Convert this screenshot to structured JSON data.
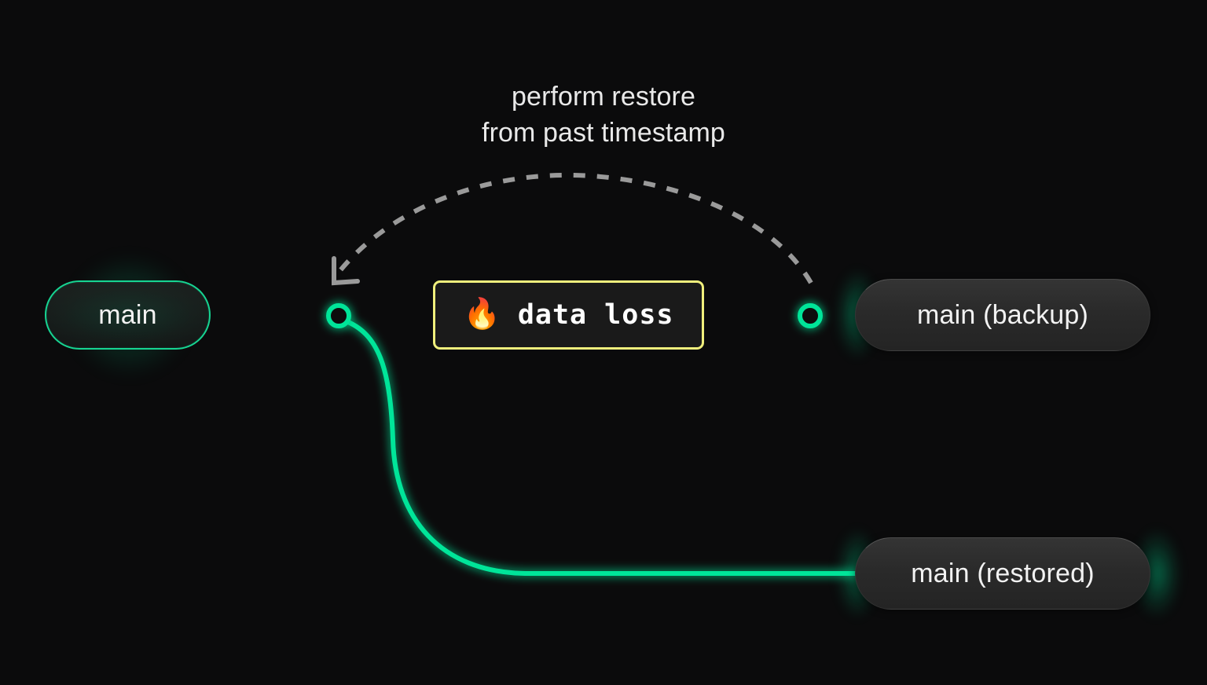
{
  "theme": {
    "background": "#0b0b0c",
    "branch_green": "#00e599",
    "warning_yellow": "#f0ef7c",
    "dashed_grey": "#9a9a9a",
    "node_grey": "#2c2c2c",
    "text_primary": "#f2f2f2"
  },
  "annotation": {
    "text": "perform restore\nfrom past timestamp"
  },
  "nodes": {
    "main": {
      "label": "main"
    },
    "backup": {
      "label": "main (backup)"
    },
    "restored": {
      "label": "main (restored)"
    }
  },
  "event": {
    "emoji": "🔥",
    "emoji_name": "fire-emoji",
    "label": "data loss"
  },
  "markers": {
    "branch_point": "branch-commit-dot",
    "backup_point": "backup-commit-dot"
  },
  "edges": [
    {
      "name": "main-to-branch",
      "from": "main",
      "to": "branch-point"
    },
    {
      "name": "branch-to-loss",
      "from": "branch-point",
      "to": "data-loss"
    },
    {
      "name": "loss-to-backup",
      "from": "data-loss",
      "to": "backup-point"
    },
    {
      "name": "branch-to-restored",
      "from": "branch-point",
      "to": "restored"
    },
    {
      "name": "restore-arrow",
      "from": "backup",
      "to": "branch-point",
      "style": "dashed",
      "arrowhead": true
    }
  ]
}
